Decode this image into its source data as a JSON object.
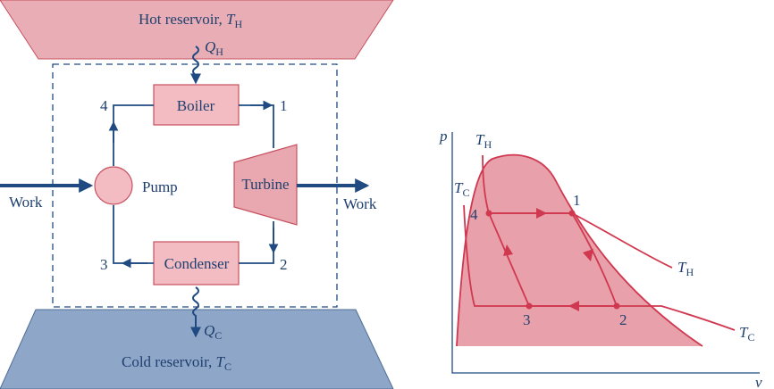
{
  "hot_reservoir": {
    "label": "Hot reservoir, ",
    "symbol": "T",
    "subscript": "H"
  },
  "cold_reservoir": {
    "label": "Cold reservoir, ",
    "symbol": "T",
    "subscript": "C"
  },
  "heat_in": {
    "symbol": "Q",
    "subscript": "H"
  },
  "heat_out": {
    "symbol": "Q",
    "subscript": "C"
  },
  "components": {
    "boiler": "Boiler",
    "pump": "Pump",
    "turbine": "Turbine",
    "condenser": "Condenser"
  },
  "work_in": "Work",
  "work_out": "Work",
  "states": {
    "s1": "1",
    "s2": "2",
    "s3": "3",
    "s4": "4"
  },
  "pv_diagram": {
    "axis_p": "p",
    "axis_v": "v",
    "isotherm_hot": {
      "symbol": "T",
      "subscript": "H"
    },
    "isotherm_cold": {
      "symbol": "T",
      "subscript": "C"
    },
    "points": {
      "p1": "1",
      "p2": "2",
      "p3": "3",
      "p4": "4"
    }
  },
  "colors": {
    "hot_fill": "#e9aeb5",
    "cold_fill": "#8ea6c8",
    "component_fill": "#f2bcc2",
    "component_stroke": "#c7505f",
    "line": "#1f4b82",
    "curve": "#d03850",
    "dome_fill": "#e8a0aa"
  }
}
